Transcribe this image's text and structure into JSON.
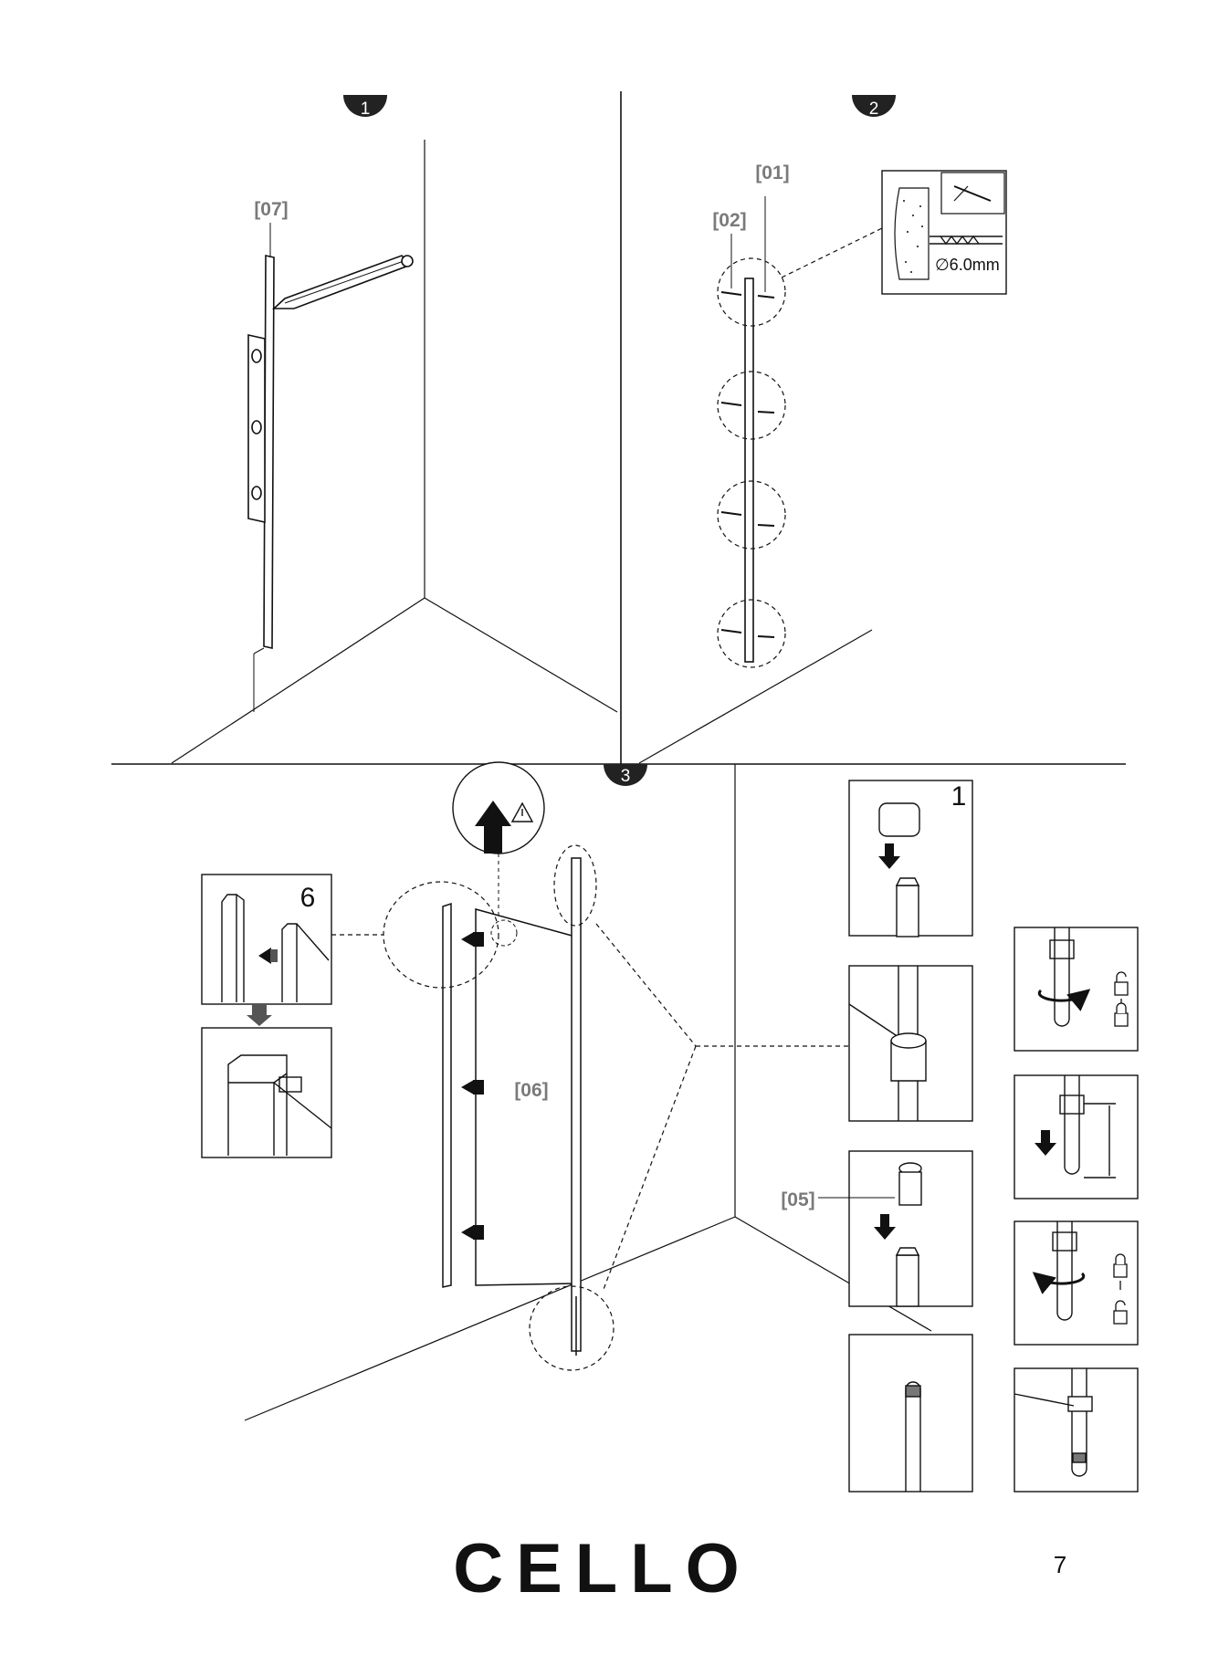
{
  "steps": {
    "step1": {
      "number": "1",
      "part_label": "[07]"
    },
    "step2": {
      "number": "2",
      "part_label_a": "[01]",
      "part_label_b": "[02]",
      "drill_size": "∅6.0mm"
    },
    "step3": {
      "number": "3",
      "part_label_panel": "[06]",
      "part_label_cap": "[05]",
      "detail_inset_number": "6",
      "cap_inset_number": "1"
    }
  },
  "footer": {
    "brand": "CELLO",
    "page_number": "7"
  },
  "colors": {
    "ink": "#111111",
    "label_gray": "#7a7a7a",
    "badge": "#222222"
  }
}
